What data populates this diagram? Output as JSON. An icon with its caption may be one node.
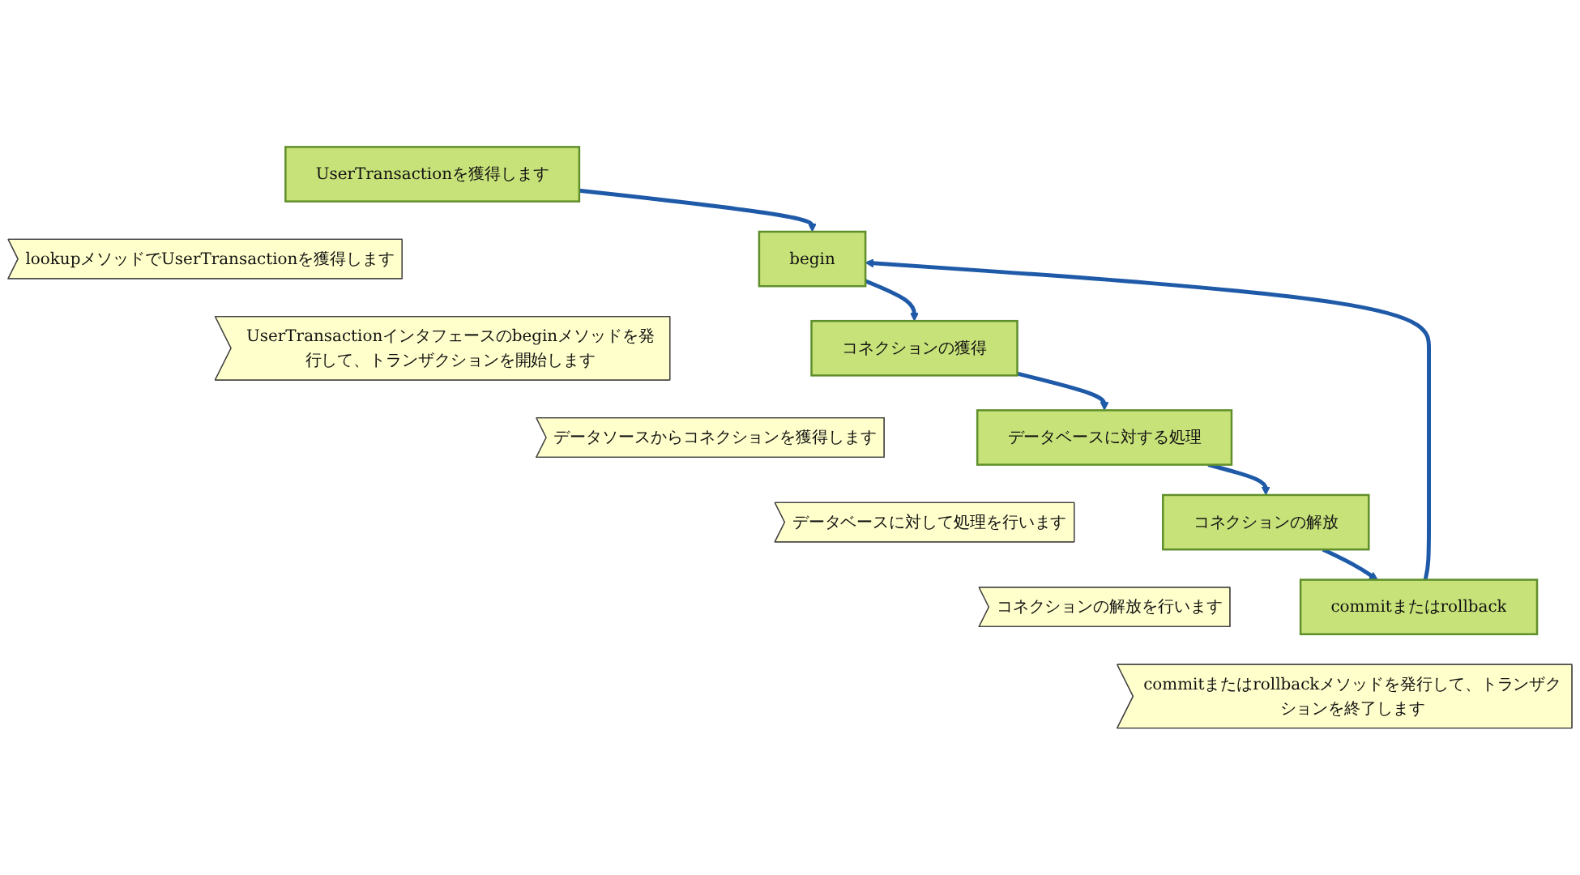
{
  "diagram": {
    "nodes": [
      {
        "text": [
          "UserTransactionを獲得します"
        ]
      },
      {
        "text": [
          "lookupメソッドでUserTransactionを獲得します"
        ]
      },
      {
        "text": [
          "begin"
        ]
      },
      {
        "text": [
          "UserTransactionインタフェースのbeginメソッドを発行して、トランザクションを開始します"
        ]
      },
      {
        "text": [
          "コネクションの獲得"
        ]
      },
      {
        "text": [
          "データソースからコネクションを獲得します"
        ]
      },
      {
        "text": [
          "データベースに対する処理"
        ]
      },
      {
        "text": [
          "データベースに対して処理を行います"
        ]
      },
      {
        "text": [
          "コネクションの解放"
        ]
      },
      {
        "text": [
          "コネクションの解放を行います"
        ]
      },
      {
        "text": [
          "commitまたはrollback"
        ]
      },
      {
        "text": [
          "commitまたはrollbackメソッドを発行して、トランザクションを終了します"
        ]
      }
    ],
    "edges": [
      {
        "from": 0,
        "to": 2,
        "arrow": "to"
      },
      {
        "from": 2,
        "to": 4,
        "arrow": "to"
      },
      {
        "from": 4,
        "to": 6,
        "arrow": "to"
      },
      {
        "from": 6,
        "to": 8,
        "arrow": "to"
      },
      {
        "from": 8,
        "to": 10,
        "arrow": "to"
      },
      {
        "from": 10,
        "to": 2,
        "arrow": "to"
      }
    ]
  }
}
